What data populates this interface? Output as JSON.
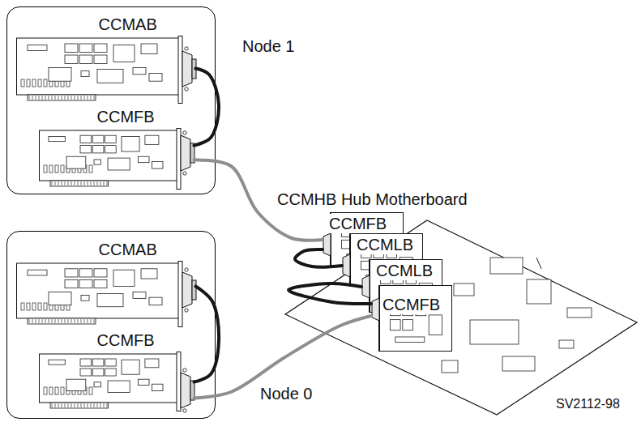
{
  "diagram": {
    "nodes": [
      {
        "text": [
          "Node 1"
        ]
      },
      {
        "text": [
          "CCMAB"
        ],
        "in": 0
      },
      {
        "text": [
          "CCMFB"
        ],
        "in": 0
      },
      {
        "text": [
          "CCMHB Hub Motherboard"
        ]
      },
      {
        "text": [
          "CCMFB"
        ],
        "in": 3
      },
      {
        "text": [
          "CCMLB"
        ],
        "in": 3
      },
      {
        "text": [
          "CCMLB"
        ],
        "in": 3
      },
      {
        "text": [
          "CCMFB"
        ],
        "in": 3
      },
      {
        "text": [
          "Node 0"
        ]
      },
      {
        "text": [
          "CCMAB"
        ],
        "in": 8
      },
      {
        "text": [
          "CCMFB"
        ],
        "in": 8
      }
    ],
    "edges": [
      {
        "from": 1,
        "to": 2,
        "arrow": "none"
      },
      {
        "from": 2,
        "to": 4,
        "arrow": "none"
      },
      {
        "from": 4,
        "to": 5,
        "arrow": "none"
      },
      {
        "from": 6,
        "to": 7,
        "arrow": "none"
      },
      {
        "from": 9,
        "to": 10,
        "arrow": "none"
      },
      {
        "from": 10,
        "to": 7,
        "arrow": "none"
      }
    ],
    "labels": [
      "SV2112-98"
    ]
  }
}
